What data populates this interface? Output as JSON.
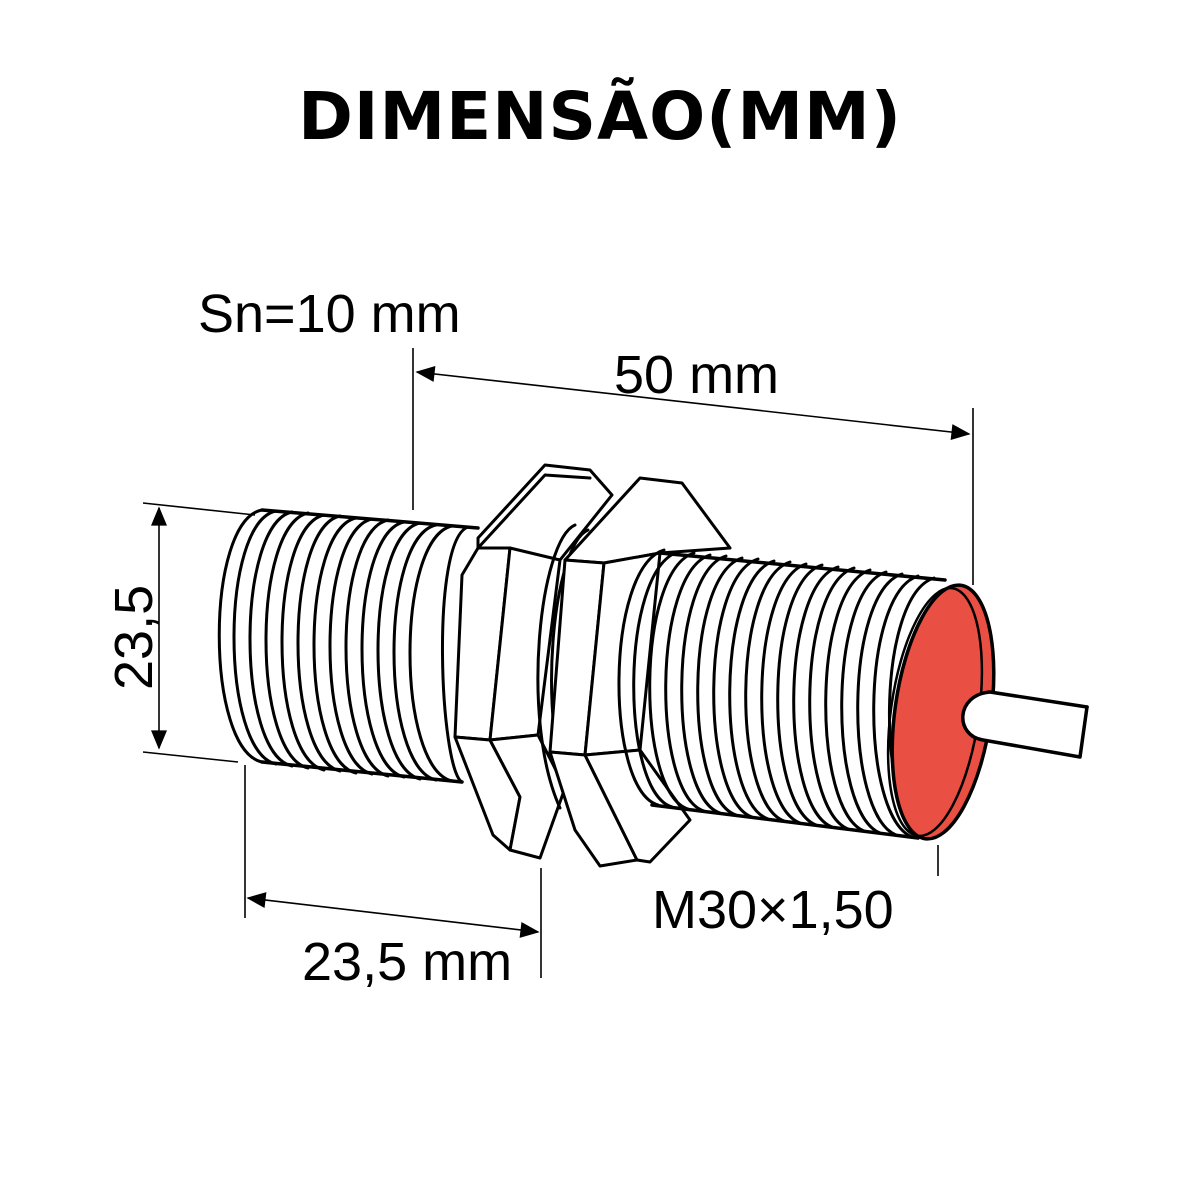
{
  "title": "DIMENSÃO(MM)",
  "labels": {
    "sensing_distance": "Sn=10 mm",
    "total_length": "50 mm",
    "diameter": "23,5",
    "thread_length": "23,5 mm",
    "thread_spec": "M30×1,50"
  },
  "colors": {
    "sensing_face": "#ea4f43",
    "lines": "#000000",
    "background": "#ffffff"
  },
  "component": {
    "type": "inductive-proximity-sensor",
    "parts": [
      "threaded-body-rear",
      "hex-nut-1",
      "hex-nut-2",
      "threaded-body-front",
      "sensing-face",
      "cable"
    ]
  }
}
